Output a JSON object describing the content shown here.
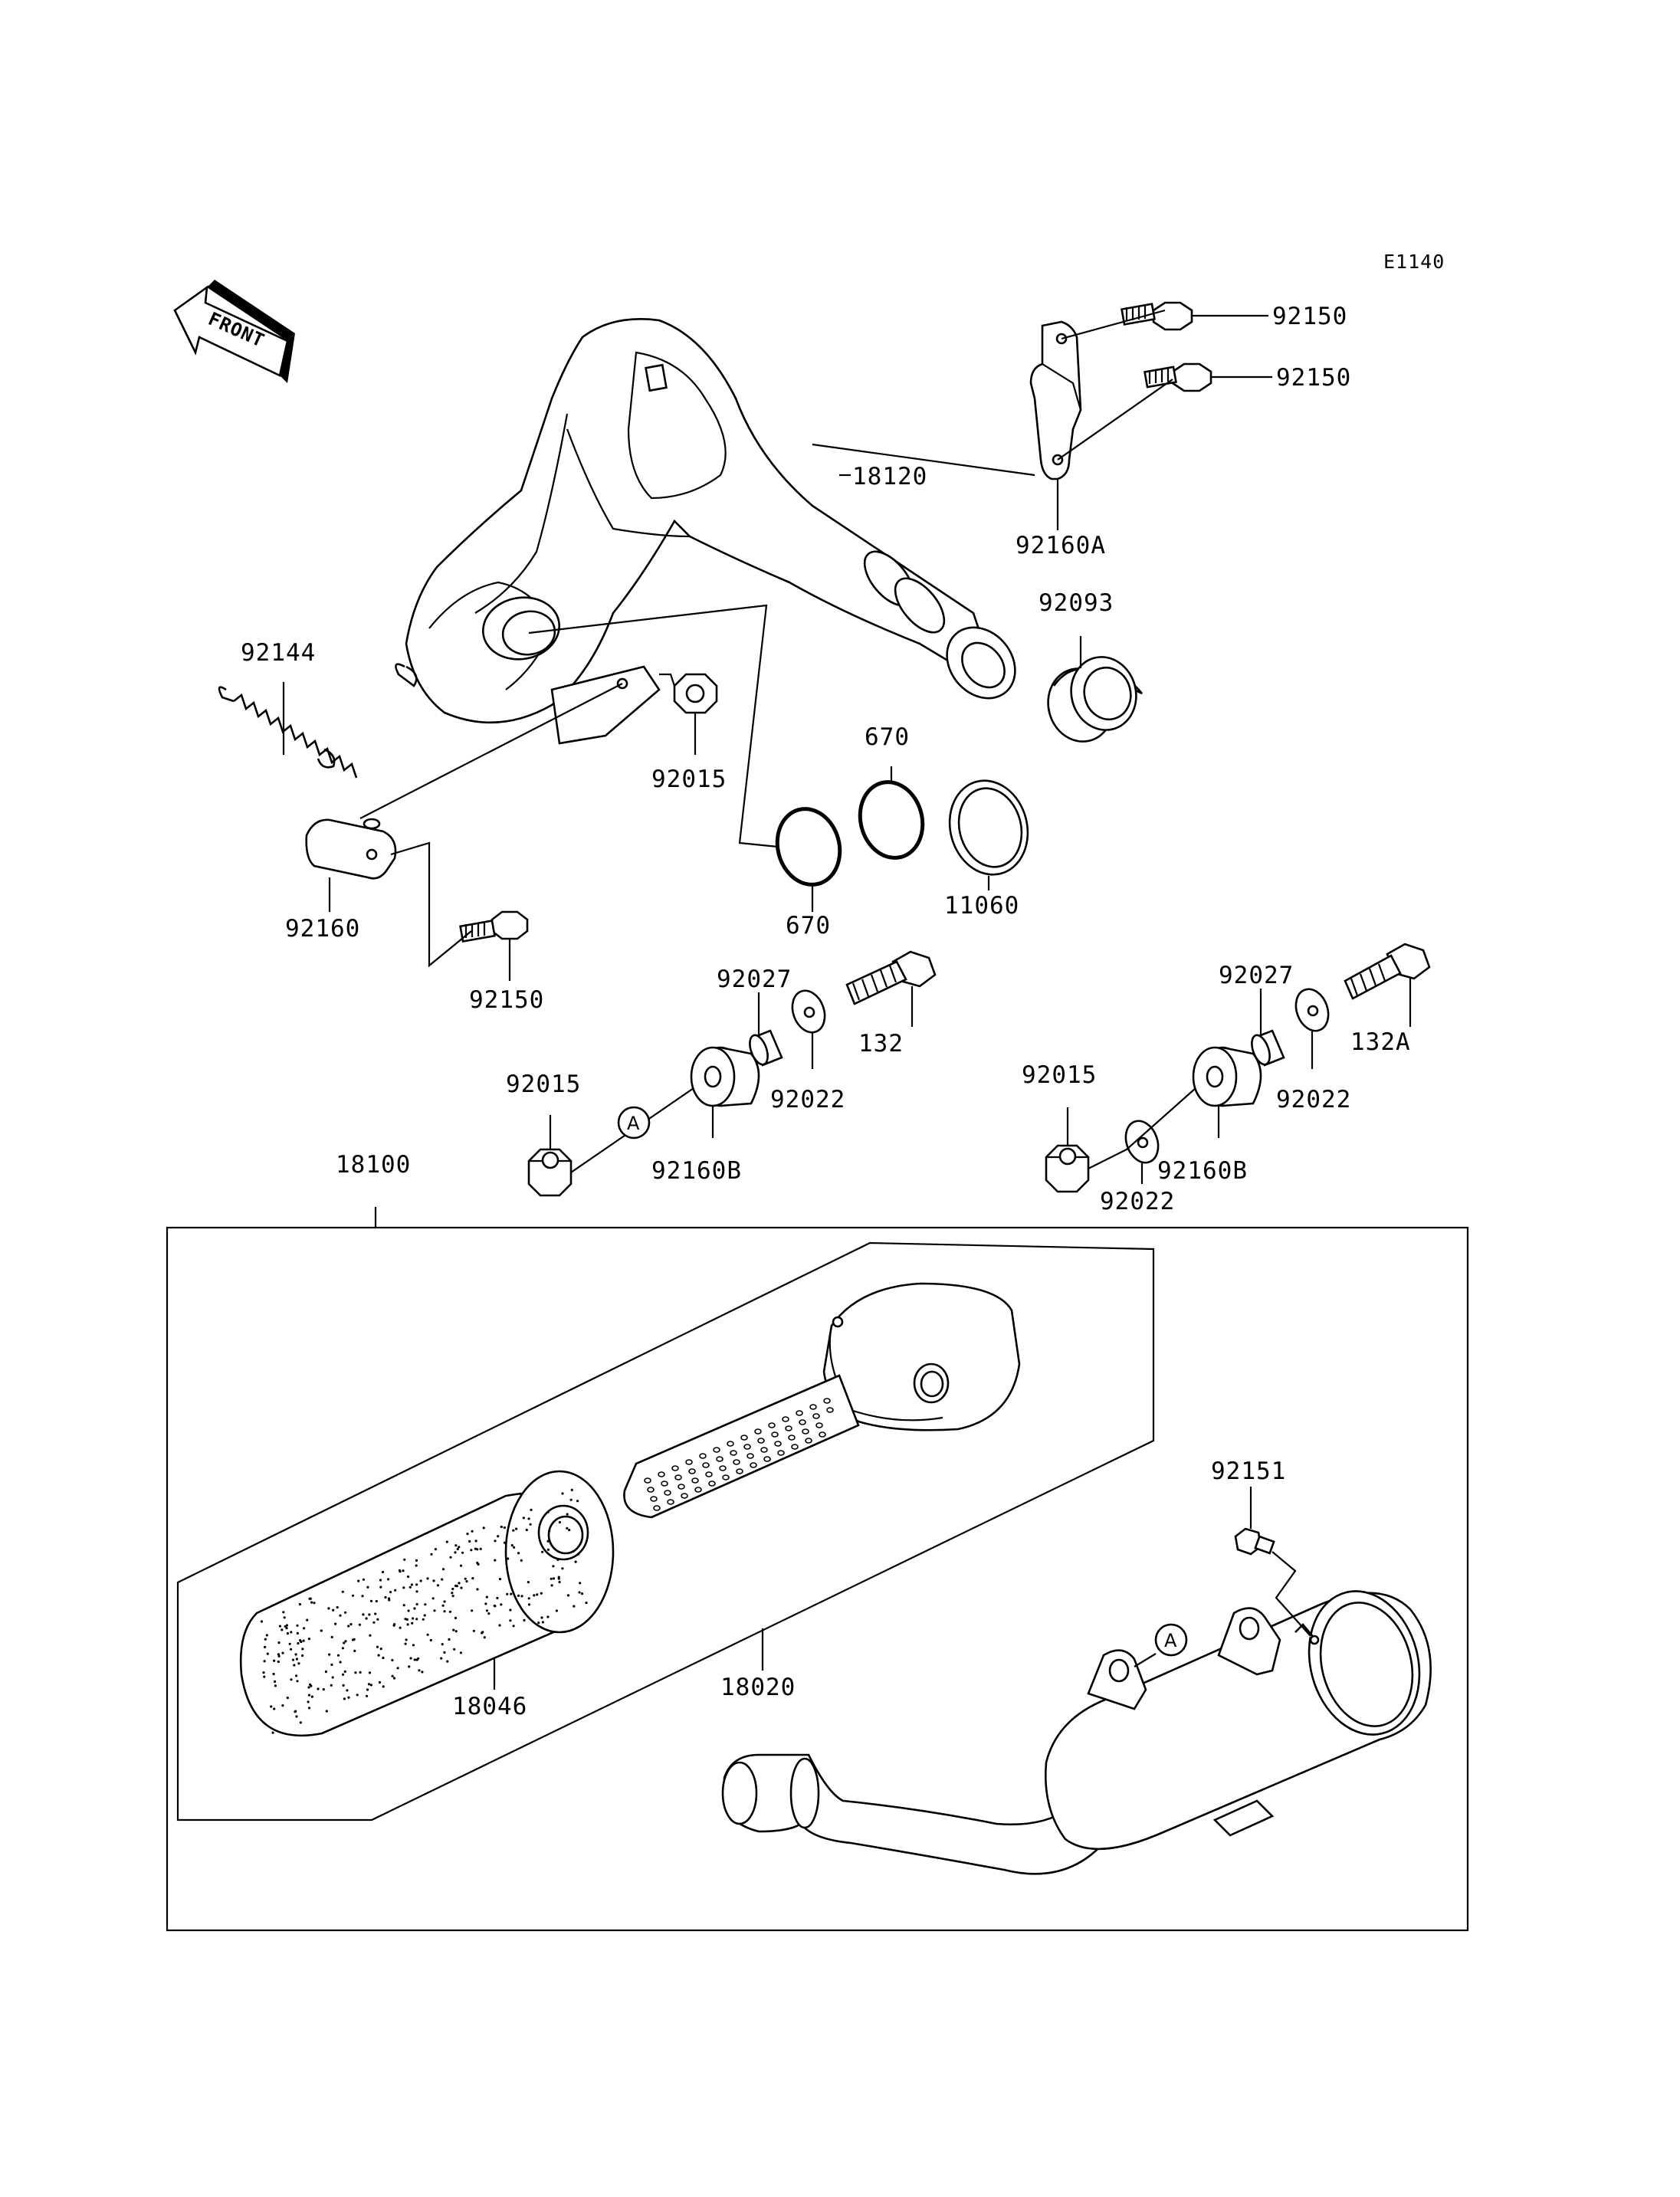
{
  "drawing_code": "E1140",
  "front_label": "FRONT",
  "callouts": {
    "p92150_top": "92150",
    "p92150_mid": "92150",
    "p18120": "18120",
    "p92160A": "92160A",
    "p92093": "92093",
    "p92144": "92144",
    "p92015_upper": "92015",
    "p670_upper": "670",
    "p670_lower": "670",
    "p11060": "11060",
    "p92160": "92160",
    "p92150_low": "92150",
    "p92027_left": "92027",
    "p132": "132",
    "p92027_right": "92027",
    "p132A": "132A",
    "p92015_left": "92015",
    "p92022_left": "92022",
    "p92160B_left": "92160B",
    "p92015_right": "92015",
    "p92022_right": "92022",
    "p92022_right_low": "92022",
    "p92160B_right": "92160B",
    "p18100": "18100",
    "p92151": "92151",
    "p18046": "18046",
    "p18020": "18020"
  },
  "reference_marks": {
    "a_upper": "A",
    "a_lower": "A"
  }
}
